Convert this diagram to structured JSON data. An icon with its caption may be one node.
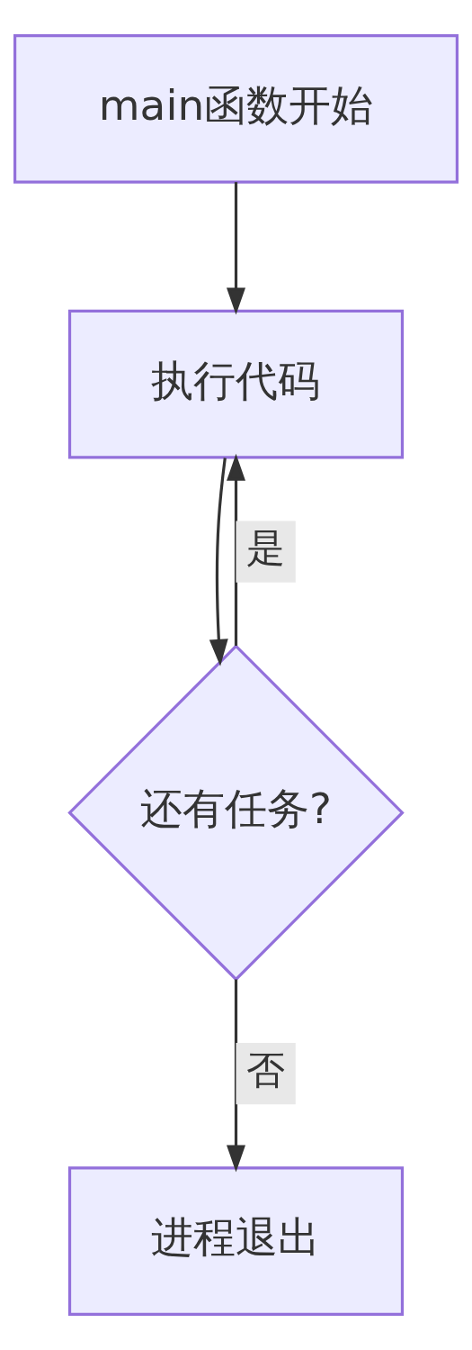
{
  "diagram": {
    "nodes": [
      {
        "text": [
          "main函数开始"
        ]
      },
      {
        "text": [
          "执行代码"
        ]
      },
      {
        "text": [
          "还有任务?"
        ]
      },
      {
        "text": [
          "进程退出"
        ]
      }
    ],
    "edges": [
      {
        "from": 0,
        "to": 1,
        "arrow": "to"
      },
      {
        "from": 1,
        "to": 2,
        "arrow": "to"
      },
      {
        "from": 2,
        "to": 1,
        "arrow": "to",
        "label": "是"
      },
      {
        "from": 2,
        "to": 3,
        "arrow": "to",
        "label": "否"
      }
    ]
  }
}
